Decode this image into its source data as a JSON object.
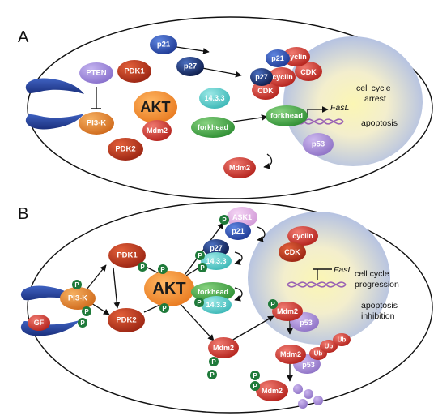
{
  "panel_a": {
    "letter": "A",
    "receptor": "GFR",
    "nodes": {
      "pten": "PTEN",
      "pi3k": "PI3-K",
      "pdk1": "PDK1",
      "pdk2": "PDK2",
      "akt": "AKT",
      "mdm2_inner": "Mdm2",
      "p1433": "14.3.3",
      "forkhead": "forkhead",
      "p21": "p21",
      "p27": "p27",
      "mdm2_bottom": "Mdm2",
      "nuc_p21": "p21",
      "nuc_cyclin1": "cyclin",
      "nuc_cdk1": "CDK",
      "nuc_p27": "p27",
      "nuc_cyclin2": "cyclin",
      "nuc_cdk2": "CDK",
      "nuc_forkhead": "forkhead",
      "nuc_p53": "p53",
      "gene": "FasL"
    },
    "notes": [
      "cell cycle",
      "arrest",
      "apoptosis"
    ]
  },
  "panel_b": {
    "letter": "B",
    "receptor": "GFR",
    "ligand": "GF",
    "phospho": "P",
    "ubiquitin": "Ub",
    "nodes": {
      "pi3k": "PI3-K",
      "pdk1": "PDK1",
      "pdk2": "PDK2",
      "akt": "AKT",
      "ask1": "ASK1",
      "p21": "p21",
      "p27": "p27",
      "p1433_a": "14.3.3",
      "forkhead": "forkhead",
      "p1433_b": "14.3.3",
      "mdm2_left": "Mdm2",
      "cyclin": "cyclin",
      "cdk": "CDK",
      "gene": "FasL",
      "mdm2_nuc": "Mdm2",
      "p53_nuc": "p53",
      "mdm2_ub": "Mdm2",
      "p53_ub": "p53",
      "mdm2_out": "Mdm2"
    },
    "notes": [
      "cell cycle",
      "progression",
      "apoptosis",
      "inhibition"
    ]
  },
  "colors": {
    "blue": "#2f4ea8",
    "dark_blue": "#1e2f6e",
    "red": "#c8322a",
    "orange": "#e07a2e",
    "akt_orange": "#f08a2c",
    "lavender": "#b9a2dd",
    "lilac": "#e4b8e8",
    "teal": "#5fcfcf",
    "green": "#4bb04b",
    "phospho_green": "#1f7a3a",
    "nucleus_yellow": "#fbf7c0",
    "nucleus_blue": "#b7c3e6"
  }
}
